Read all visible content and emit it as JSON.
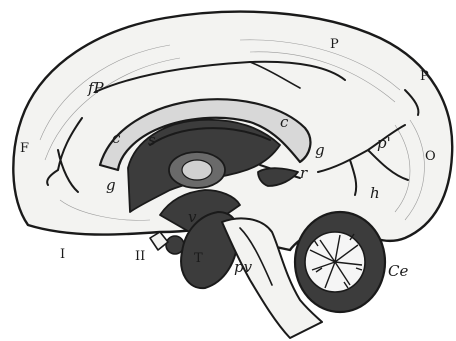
{
  "labels": {
    "P_top": "P",
    "P_right": "P",
    "fP": "fP",
    "F": "F",
    "O": "O",
    "c_left": "c",
    "c_right": "c",
    "s": "s",
    "g_left": "g",
    "g_right": "g",
    "p_prime": "p'",
    "r": "r",
    "h": "h",
    "v": "v",
    "I": "I",
    "II": "II",
    "T": "T",
    "pv": "pv",
    "Ce": "Ce"
  }
}
